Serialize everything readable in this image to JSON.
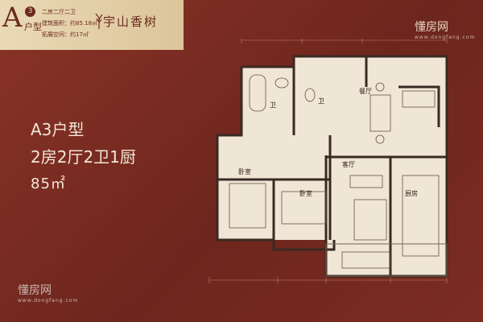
{
  "banner": {
    "letter": "A",
    "number": "3",
    "type_label": "户型",
    "layout": "二房二厅二卫",
    "building_area": "建筑面积：约85.18㎡",
    "balcony_area": "拓展空间：约17㎡"
  },
  "brand": {
    "name": "宇山香树"
  },
  "headline": {
    "type": "A3户型",
    "rooms": "2房2厅2卫1厨",
    "area": "85㎡"
  },
  "watermark": {
    "name": "懂房网",
    "domain": "www.dongfang.com"
  },
  "logo_tr": {
    "name": "懂房网",
    "domain": "www.dongfang.com"
  },
  "rooms": {
    "bath1": "卫",
    "bath2": "卫",
    "dining": "餐厅",
    "bedroom1": "卧室",
    "bedroom2": "卧室",
    "living": "客厅",
    "kitchen": "厨房"
  },
  "colors": {
    "background": "#7a2d22",
    "banner": "#e3cfa6",
    "plan_paper": "#efe6d6",
    "wall": "#3a2a22"
  }
}
